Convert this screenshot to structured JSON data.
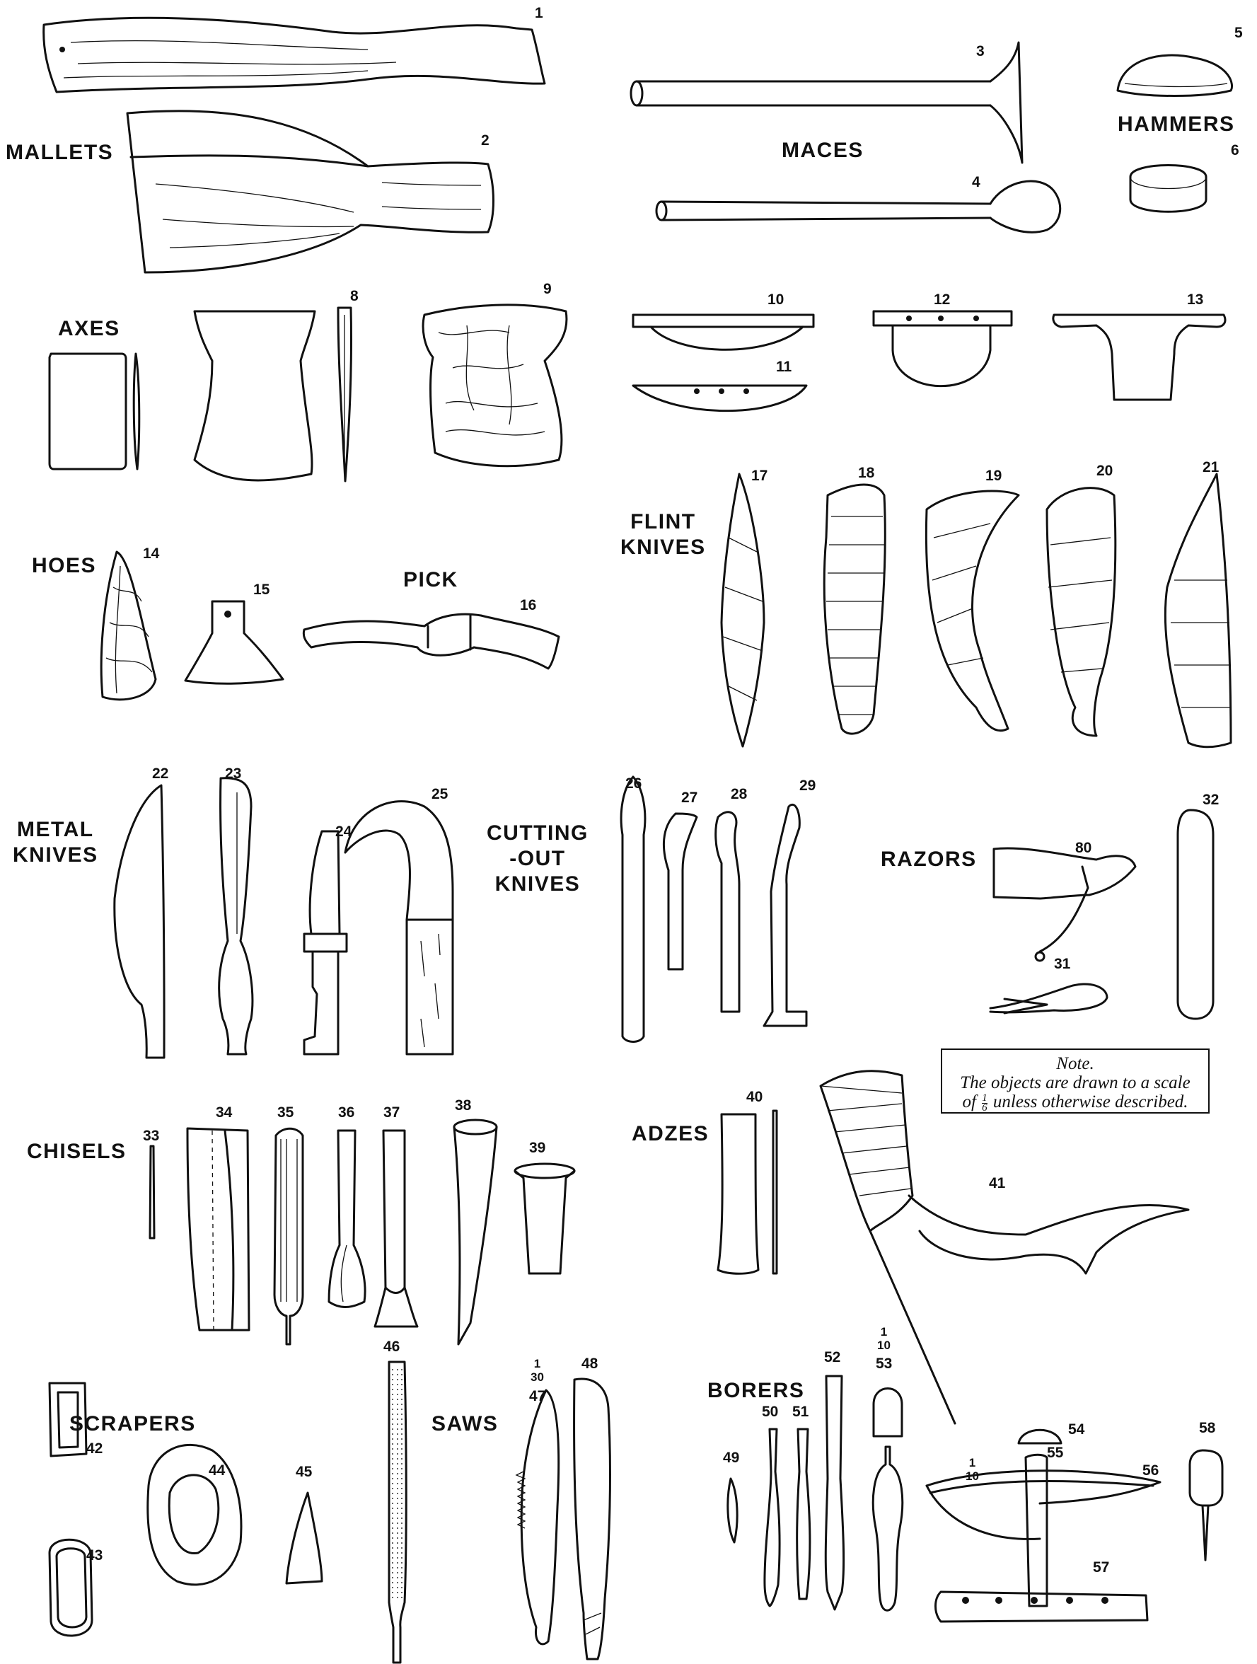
{
  "categories": {
    "mallets": "MALLETS",
    "maces": "MACES",
    "hammers": "HAMMERS",
    "axes": "AXES",
    "hoes": "HOES",
    "pick": "PICK",
    "flint_knives": "FLINT\nKNIVES",
    "metal_knives": "METAL\nKNIVES",
    "cutting_out_knives": "CUTTING\n-OUT\nKNIVES",
    "razors": "RAZORS",
    "chisels": "CHISELS",
    "adzes": "ADZES",
    "scrapers": "SCRAPERS",
    "saws": "SAWS",
    "borers": "BORERS"
  },
  "numbers": {
    "n1": "1",
    "n2": "2",
    "n3": "3",
    "n4": "4",
    "n5": "5",
    "n6": "6",
    "n8": "8",
    "n9": "9",
    "n10": "10",
    "n11": "11",
    "n12": "12",
    "n13": "13",
    "n14": "14",
    "n15": "15",
    "n16": "16",
    "n17": "17",
    "n18": "18",
    "n19": "19",
    "n20": "20",
    "n21": "21",
    "n22": "22",
    "n23": "23",
    "n24": "24",
    "n25": "25",
    "n26": "26",
    "n27": "27",
    "n28": "28",
    "n29": "29",
    "n30": "80",
    "n31": "31",
    "n32": "32",
    "n33": "33",
    "n34": "34",
    "n35": "35",
    "n36": "36",
    "n37": "37",
    "n38": "38",
    "n39": "39",
    "n40": "40",
    "n41": "41",
    "n42": "42",
    "n43": "43",
    "n44": "44",
    "n45": "45",
    "n46": "46",
    "n47": "47",
    "n48": "48",
    "n49": "49",
    "n50": "50",
    "n51": "51",
    "n52": "52",
    "n53": "53",
    "n54": "54",
    "n55": "55",
    "n56": "56",
    "n57": "57",
    "n58": "58"
  },
  "scales": {
    "saw_scale": "1\n30",
    "borer_scale": "1\n10",
    "bowdrill_scale": "1\n10"
  },
  "note": {
    "title": "Note.",
    "line1": "The objects are drawn to a scale",
    "of": "of",
    "frac_num": "1",
    "frac_den": "6",
    "line2_end": "unless otherwise described."
  }
}
